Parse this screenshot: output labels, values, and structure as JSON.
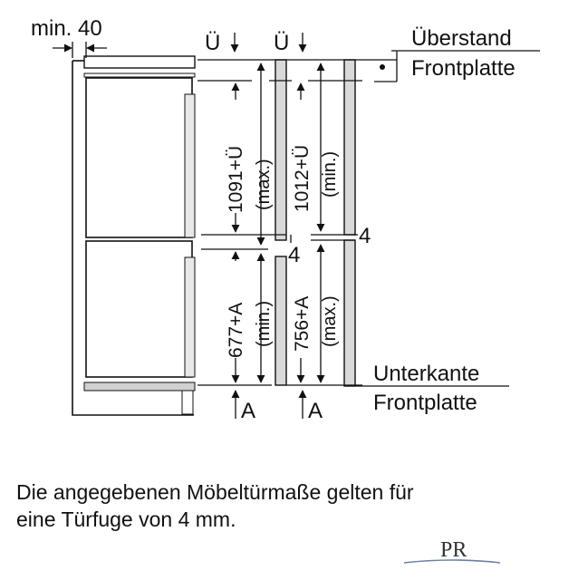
{
  "labels": {
    "min_gap": "min. 40",
    "overhang_left": "Ü",
    "overhang_right": "Ü",
    "overhang_title": "Überstand",
    "overhang_sub": "Frontplatte",
    "bottom_title": "Unterkante",
    "bottom_sub": "Frontplatte",
    "gap_upper": "4",
    "gap_mid": "4",
    "bottom_left": "A",
    "bottom_right": "A"
  },
  "dimensions": {
    "upper_left": "1091+Ü",
    "upper_left_note": "(max.)",
    "upper_right": "1012+Ü",
    "upper_right_note": "(min.)",
    "lower_left": "677+A",
    "lower_left_note": "(min.)",
    "lower_right": "756+A",
    "lower_right_note": "(max.)"
  },
  "caption": {
    "line1": "Die angegebenen Möbeltürmaße gelten für",
    "line2": "eine Türfuge von 4 mm."
  },
  "logo": {
    "icon": "pr-monogram-logo",
    "text": "PR"
  }
}
